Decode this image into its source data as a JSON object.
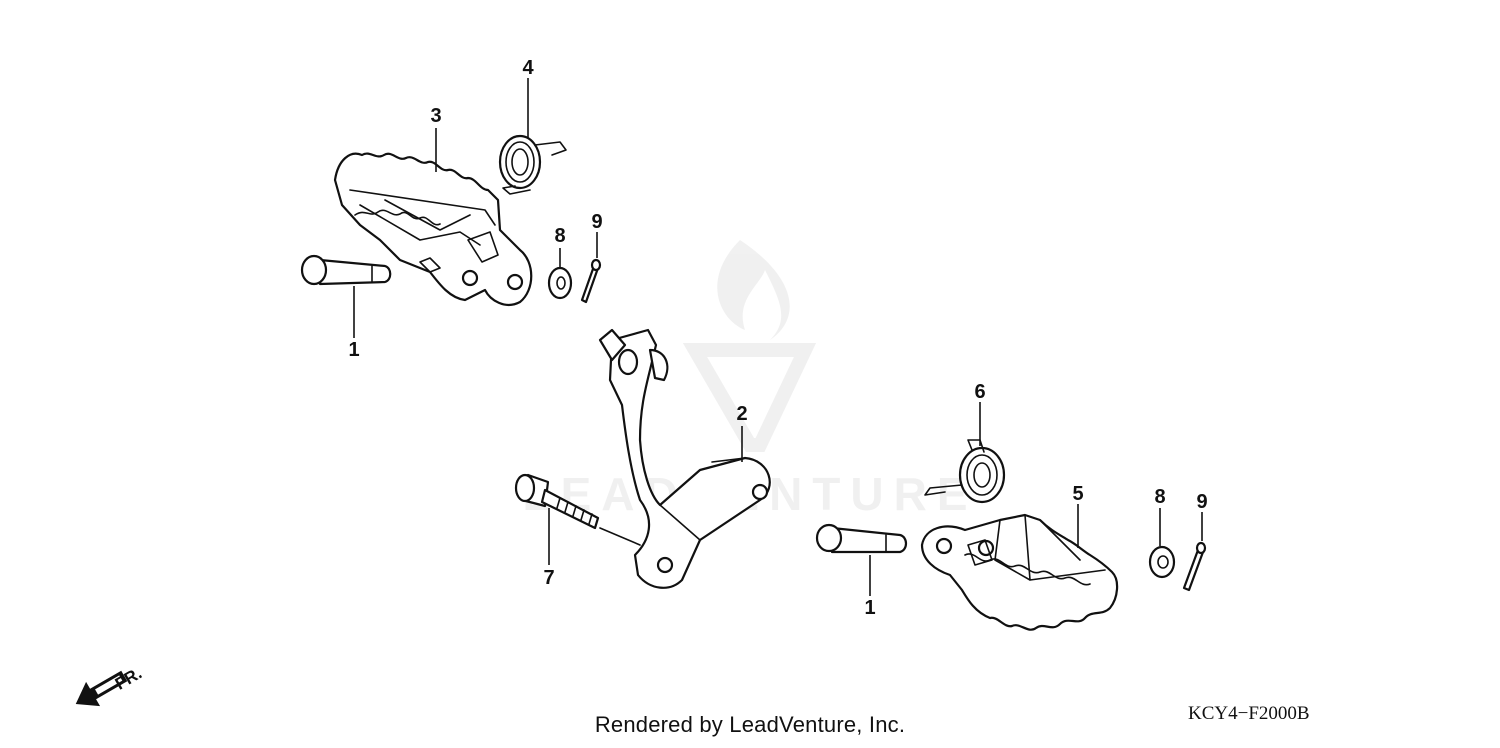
{
  "diagram": {
    "callouts": {
      "c1a": "1",
      "c1b": "1",
      "c2": "2",
      "c3": "3",
      "c4": "4",
      "c5": "5",
      "c6": "6",
      "c7": "7",
      "c8a": "8",
      "c8b": "8",
      "c9a": "9",
      "c9b": "9"
    },
    "front_indicator": "FR.",
    "diagram_code": "KCY4−F2000B"
  },
  "footer": {
    "credit": "Rendered by LeadVenture, Inc."
  },
  "colors": {
    "ink": "#111111",
    "background": "#ffffff",
    "watermark": "#e6e6e6"
  }
}
